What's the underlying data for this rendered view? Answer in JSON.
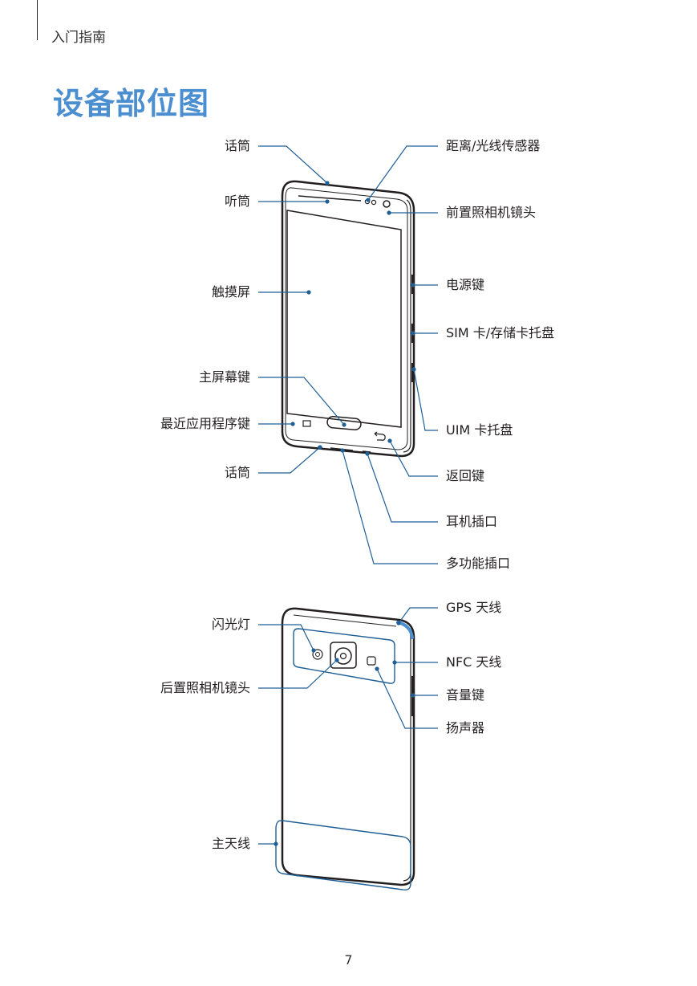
{
  "header": {
    "breadcrumb": "入门指南"
  },
  "title": "设备部位图",
  "front_labels": {
    "mic_top": "话筒",
    "earpiece": "听筒",
    "touchscreen": "触摸屏",
    "home_key": "主屏幕键",
    "recent_apps_key": "最近应用程序键",
    "mic_bottom": "话筒",
    "proximity_sensor": "距离/光线传感器",
    "front_camera": "前置照相机镜头",
    "power_key": "电源键",
    "sim_tray": "SIM 卡/存储卡托盘",
    "uim_tray": "UIM 卡托盘",
    "back_key": "返回键",
    "earphone_jack": "耳机插口",
    "multipurpose_jack": "多功能插口"
  },
  "back_labels": {
    "flash": "闪光灯",
    "rear_camera": "后置照相机镜头",
    "main_antenna": "主天线",
    "gps_antenna": "GPS 天线",
    "nfc_antenna": "NFC 天线",
    "volume_key": "音量键",
    "speaker": "扬声器"
  },
  "page_number": "7",
  "colors": {
    "accent": "#4b8fd0",
    "leader": "#1f5f96",
    "outline": "#231f20"
  }
}
